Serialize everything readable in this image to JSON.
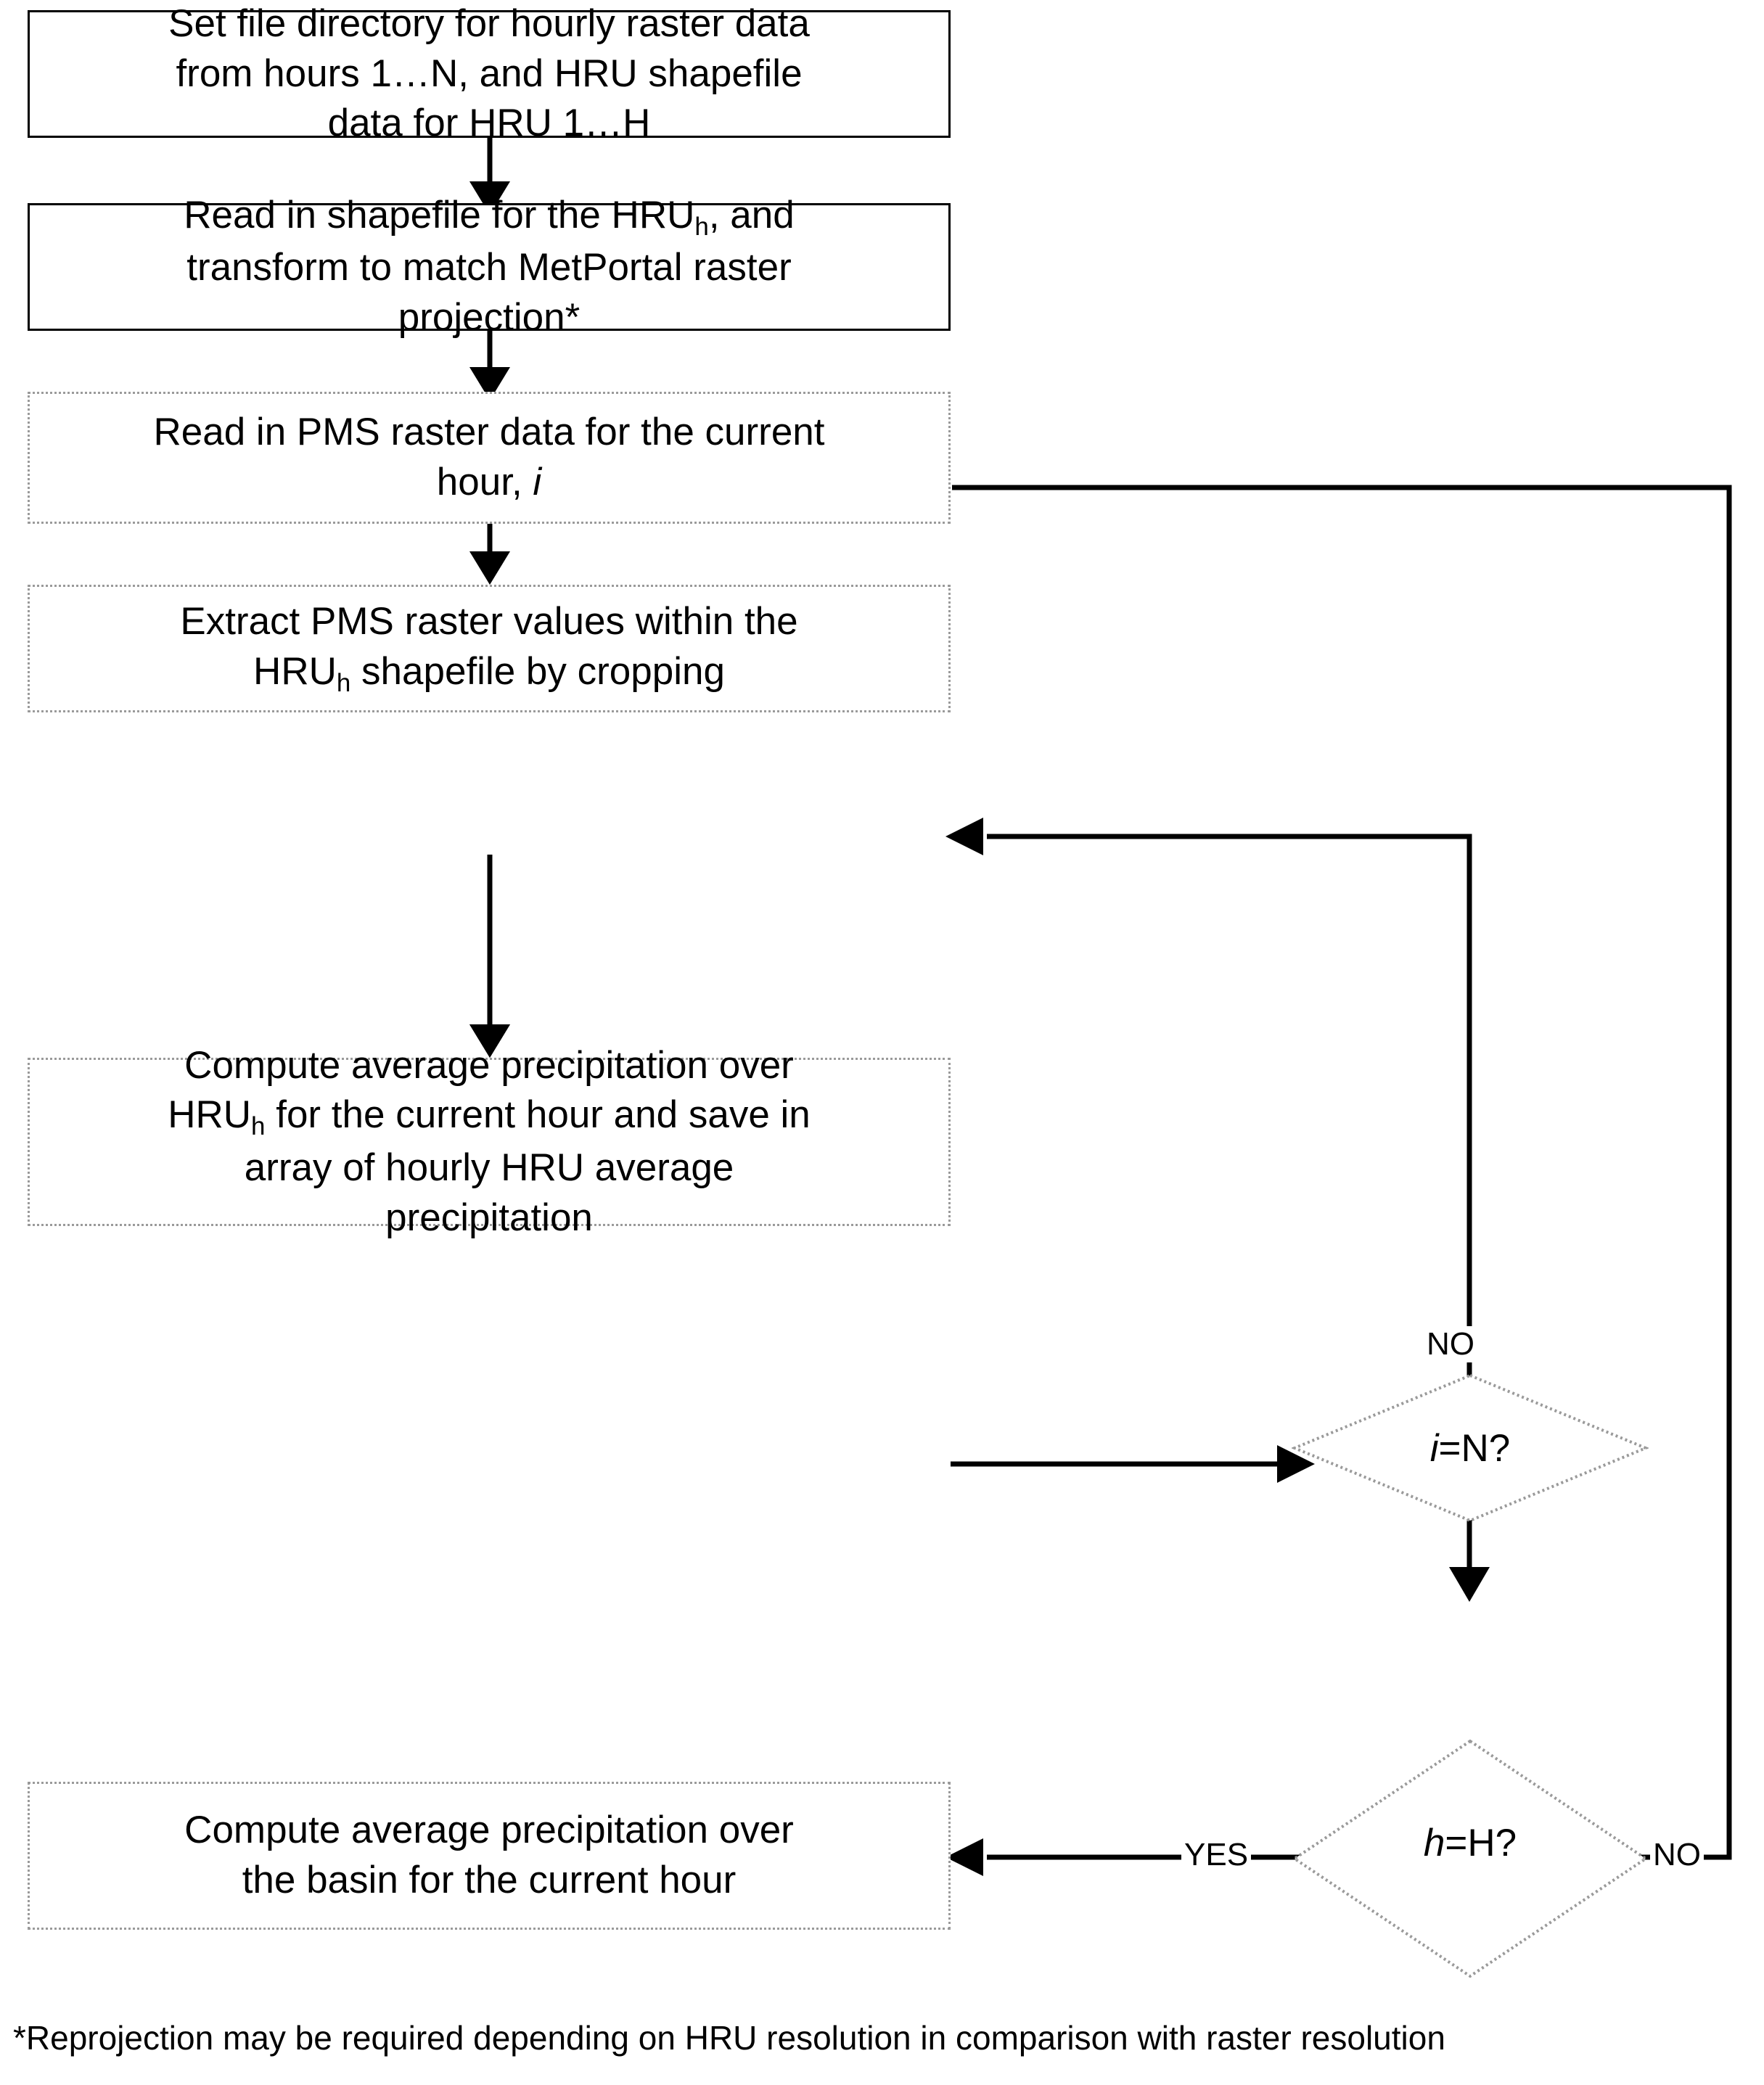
{
  "diagram": {
    "type": "flowchart",
    "title": "HRU hourly precipitation averaging workflow",
    "nodes": [
      {
        "id": "n1",
        "shape": "process",
        "border": "solid",
        "text": "Set file directory for hourly raster data\nfrom hours 1…N, and HRU shapefile\ndata for HRU 1…H"
      },
      {
        "id": "n2",
        "shape": "process",
        "border": "solid",
        "text_html": "Read in shapefile for the HRU<sub>h</sub>, and\ntransform to match MetPortal raster\nprojection*"
      },
      {
        "id": "n3",
        "shape": "process",
        "border": "dotted",
        "text_html": "Read in PMS raster data for the current\nhour, <em>i</em>"
      },
      {
        "id": "n4",
        "shape": "process",
        "border": "dotted",
        "text_html": "Extract PMS raster values within the\nHRU<sub>h</sub> shapefile by cropping"
      },
      {
        "id": "n5",
        "shape": "process",
        "border": "dotted",
        "text_html": "Compute average precipitation over\nHRU<sub>h</sub> for the current hour and save in\narray of hourly HRU average\nprecipitation"
      },
      {
        "id": "n6",
        "shape": "process",
        "border": "dotted",
        "text": "Compute average precipitation over\nthe basin for the current hour"
      },
      {
        "id": "d1",
        "shape": "decision",
        "border": "dotted",
        "text_html": "<em>i</em>=N?"
      },
      {
        "id": "d2",
        "shape": "decision",
        "border": "dotted",
        "text_html": "<em>h</em>=H?"
      }
    ],
    "edge_labels": {
      "d1_no": "NO",
      "d2_yes": "YES",
      "d2_no": "NO"
    },
    "footnote": "*Reprojection may be required depending on HRU resolution in comparison with raster resolution",
    "colors": {
      "stroke": "#000000",
      "dotted_stroke": "#9a9a9a",
      "background": "#ffffff"
    }
  }
}
